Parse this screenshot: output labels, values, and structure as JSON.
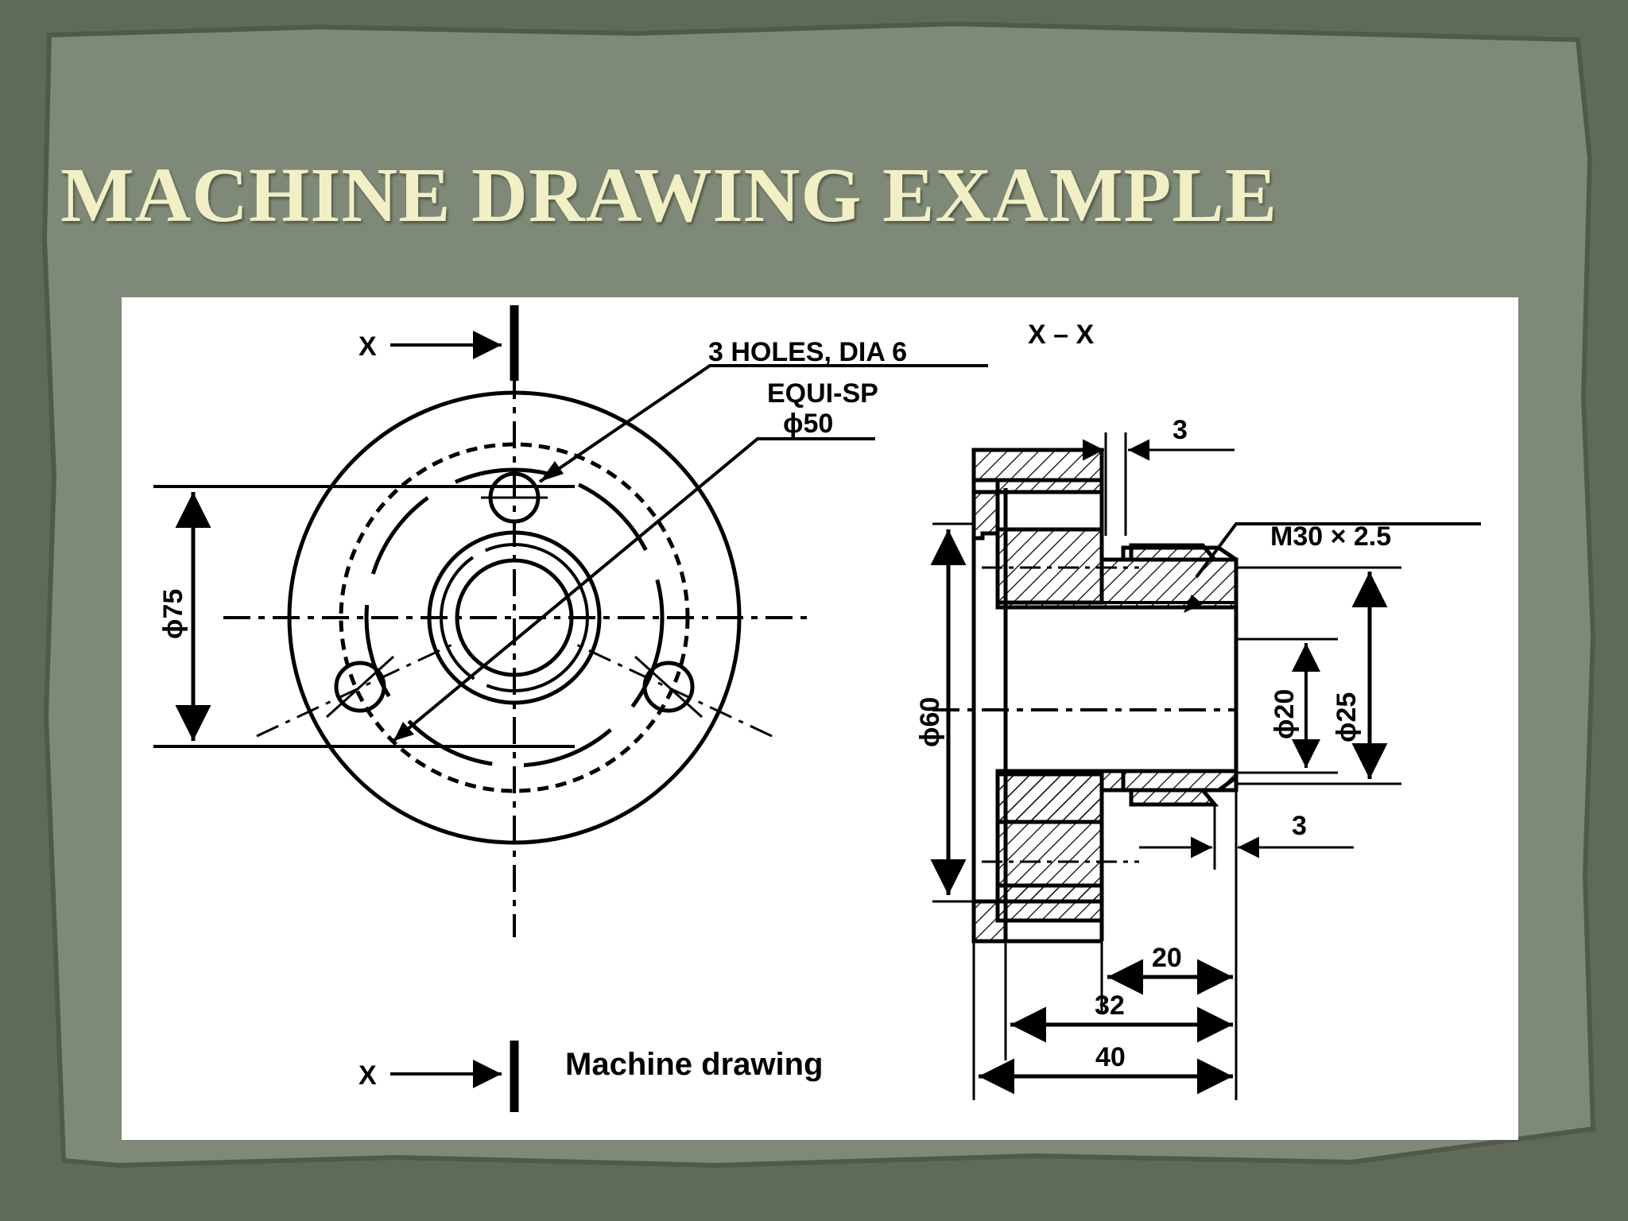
{
  "slide": {
    "title": "MACHINE DRAWING EXAMPLE",
    "colors": {
      "background": "#5f6b57",
      "paper": "#7e8a77",
      "title": "#f2efc4",
      "drawing_panel": "#ffffff",
      "ink": "#000000"
    }
  },
  "drawing": {
    "section_marks": {
      "top": "X",
      "bottom": "X",
      "view_title": "X – X"
    },
    "callouts": {
      "holes_line1": "3 HOLES, DIA 6",
      "holes_line2": "EQUI-SP",
      "pcd": "ϕ50",
      "thread": "M30 × 2.5"
    },
    "dimensions": {
      "outer_dia": "ϕ75",
      "spigot_dia": "ϕ60",
      "bore_dia": "ϕ20",
      "thread_root_dia": "ϕ25",
      "flange_gap": "3",
      "undercut": "3",
      "boss_length": "20",
      "body_length": "32",
      "overall_length": "40"
    },
    "caption": "Machine drawing"
  }
}
